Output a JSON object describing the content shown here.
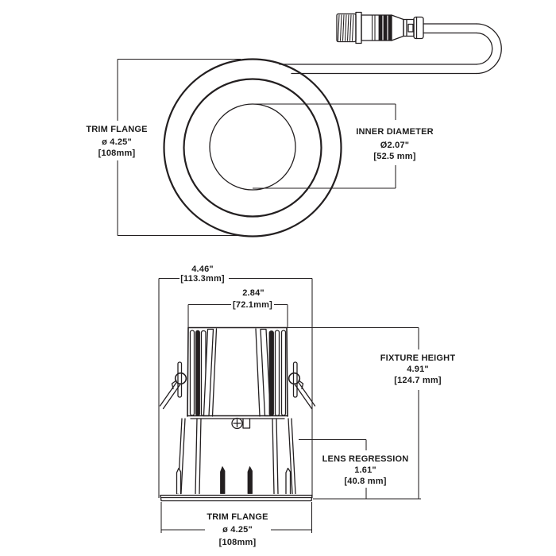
{
  "colors": {
    "background": "#ffffff",
    "ink": "#231f20"
  },
  "top_view": {
    "trim_flange": {
      "title": "TRIM FLANGE",
      "inches": "ø 4.25\"",
      "mm": "[108mm]"
    },
    "inner_diameter": {
      "title": "INNER DIAMETER",
      "inches": "Ø2.07\"",
      "mm": "[52.5 mm]"
    }
  },
  "side_view": {
    "overall_width": {
      "inches": "4.46\"",
      "mm": "[113.3mm]"
    },
    "body_width": {
      "inches": "2.84\"",
      "mm": "[72.1mm]"
    },
    "fixture_height": {
      "title": "FIXTURE HEIGHT",
      "inches": "4.91\"",
      "mm": "[124.7 mm]"
    },
    "lens_regression": {
      "title": "LENS REGRESSION",
      "inches": "1.61\"",
      "mm": "[40.8 mm]"
    },
    "trim_flange": {
      "title": "TRIM FLANGE",
      "inches": "ø 4.25\"",
      "mm": "[108mm]"
    }
  }
}
